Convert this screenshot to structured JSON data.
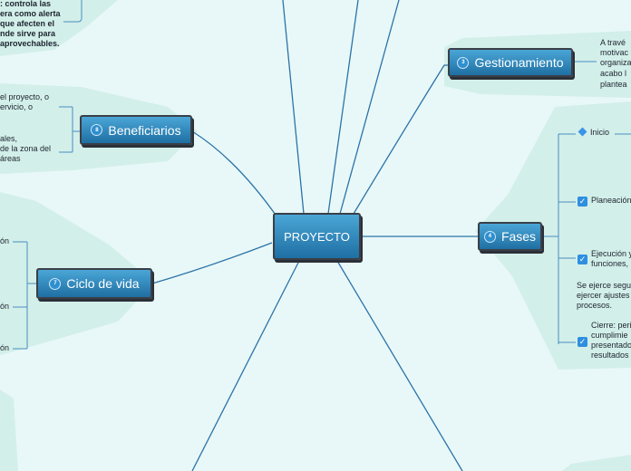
{
  "root": {
    "label": "PROYECTO"
  },
  "branches": {
    "gestionamiento": {
      "number": "3",
      "label": "Gestionamiento"
    },
    "fases": {
      "number": "4",
      "label": "Fases"
    },
    "beneficiarios": {
      "number": "8",
      "label": "Beneficiarios"
    },
    "ciclo": {
      "number": "7",
      "label": "Ciclo de vida"
    }
  },
  "notes": {
    "top_left": [
      ": controla las",
      "era como alerta",
      " que afecten el",
      "nde sirve para",
      " aprovechables."
    ],
    "gestionamiento": [
      "A travé",
      "motivac",
      "organiza",
      "acabo l",
      "plantea"
    ],
    "beneficiarios": [
      "el proyecto,  o",
      "ervicio, o",
      "ales,",
      "de la zona del",
      " áreas"
    ],
    "ciclo": [
      "ón",
      "ón",
      "ón"
    ]
  },
  "phases": {
    "inicio": "Inicio",
    "planeacion": "Planeación",
    "ejecucion": [
      "Ejecución y",
      "funciones,"
    ],
    "seguimiento": [
      "Se ejerce segu",
      "ejercer ajustes",
      "procesos."
    ],
    "cierre": [
      "Cierre: peri",
      "cumplimie",
      "presentado",
      "resultados"
    ]
  },
  "colors": {
    "background": "#e8f8f8",
    "panel": "#d3efe9",
    "line": "#2b73a8",
    "node_top": "#4aa6d6",
    "node_bottom": "#1f6fa3",
    "check": "#2e8fe0"
  }
}
